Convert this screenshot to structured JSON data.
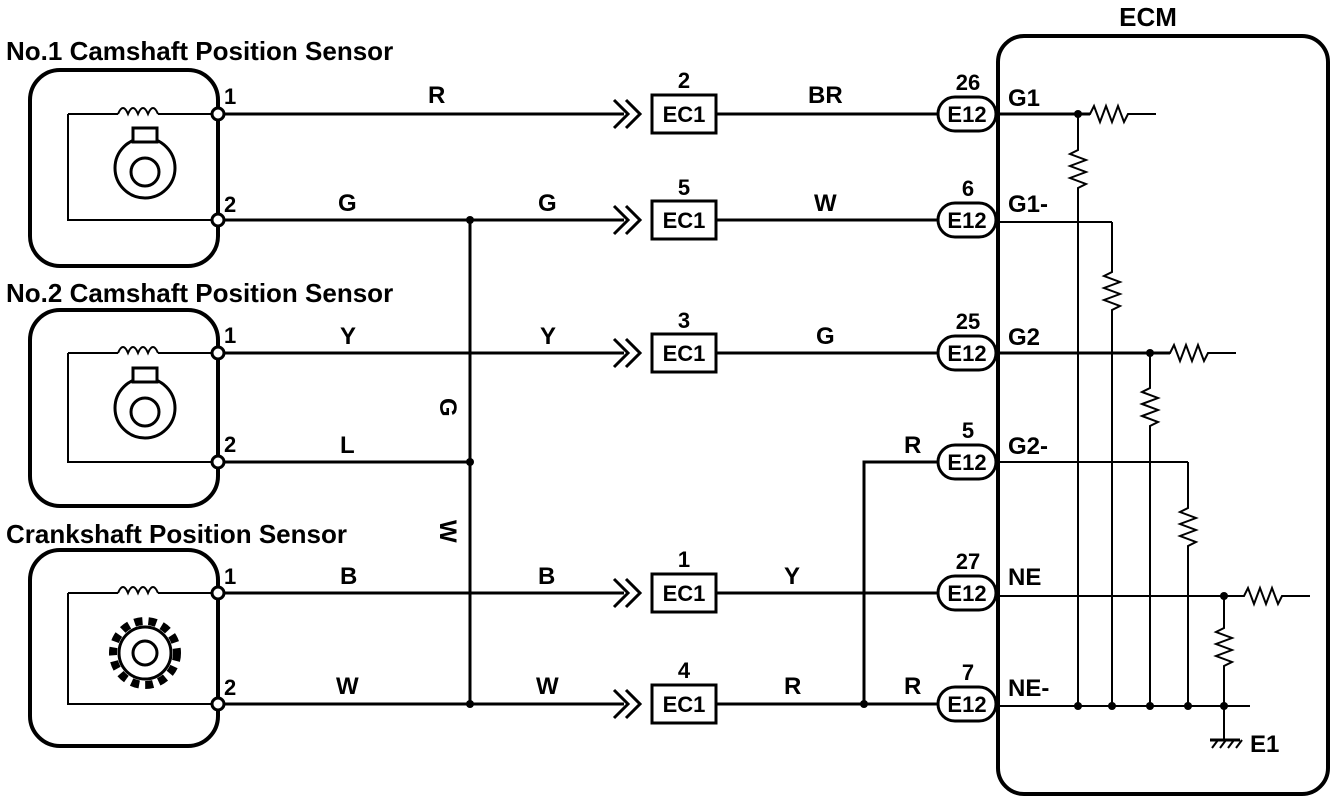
{
  "sensors": {
    "cam1": {
      "title": "No.1 Camshaft Position Sensor",
      "pin1": "1",
      "pin2": "2",
      "wire1": "R",
      "wire2": "G"
    },
    "cam2": {
      "title": "No.2 Camshaft Position Sensor",
      "pin1": "1",
      "pin2": "2",
      "wire1": "Y",
      "wire2": "L"
    },
    "crank": {
      "title": "Crankshaft Position Sensor",
      "pin1": "1",
      "pin2": "2",
      "wire1": "B",
      "wire2": "W"
    }
  },
  "vertical_wire_labels": {
    "upper": "G",
    "lower": "W"
  },
  "ec1_connectors": [
    {
      "pin": "2",
      "name": "EC1",
      "in_wire": "R",
      "out_wire": "BR"
    },
    {
      "pin": "5",
      "name": "EC1",
      "in_wire": "G",
      "out_wire": "W"
    },
    {
      "pin": "3",
      "name": "EC1",
      "in_wire": "Y",
      "out_wire": "G"
    },
    {
      "pin": "1",
      "name": "EC1",
      "in_wire": "B",
      "out_wire": "Y"
    },
    {
      "pin": "4",
      "name": "EC1",
      "in_wire": "W",
      "out_wire": "R"
    }
  ],
  "e12_connectors": [
    {
      "pin": "26",
      "name": "E12",
      "signal": "G1",
      "wire": ""
    },
    {
      "pin": "6",
      "name": "E12",
      "signal": "G1-",
      "wire": ""
    },
    {
      "pin": "25",
      "name": "E12",
      "signal": "G2",
      "wire": ""
    },
    {
      "pin": "5",
      "name": "E12",
      "signal": "G2-",
      "wire": "R"
    },
    {
      "pin": "27",
      "name": "E12",
      "signal": "NE",
      "wire": ""
    },
    {
      "pin": "7",
      "name": "E12",
      "signal": "NE-",
      "wire": "R"
    }
  ],
  "ecm": {
    "title": "ECM",
    "ground_label": "E1"
  }
}
